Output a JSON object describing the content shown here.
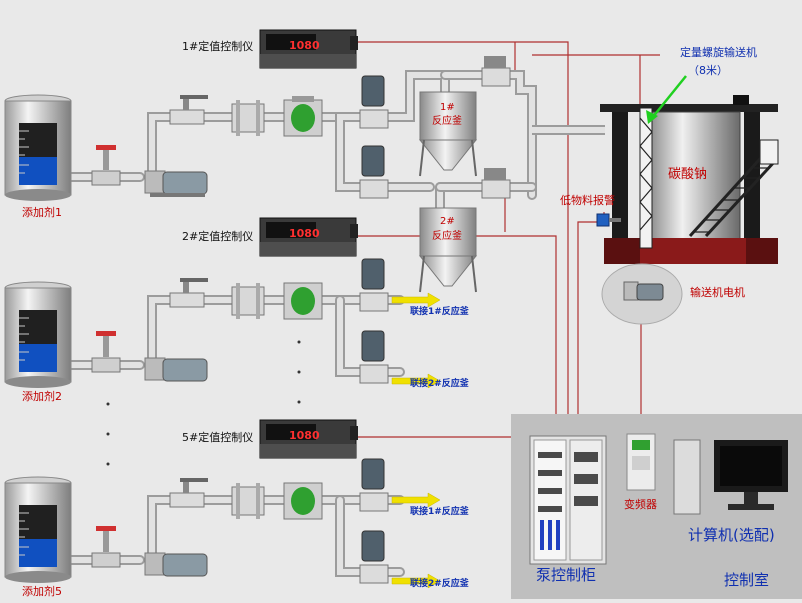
{
  "tanks": [
    {
      "label": "添加剂1"
    },
    {
      "label": "添加剂2"
    },
    {
      "label": "添加剂5"
    }
  ],
  "controllers": [
    {
      "label": "1#定值控制仪",
      "display": "1080"
    },
    {
      "label": "2#定值控制仪",
      "display": "1080"
    },
    {
      "label": "5#定值控制仪",
      "display": "1080"
    }
  ],
  "reactors": [
    {
      "line1": "1#",
      "line2": "反应釜"
    },
    {
      "line1": "2#",
      "line2": "反应釜"
    }
  ],
  "links": [
    "联接1#反应釜",
    "联接2#反应釜",
    "联接1#反应釜",
    "联接2#反应釜"
  ],
  "silo": {
    "label": "碳酸钠",
    "conveyor_title": "定量螺旋输送机",
    "conveyor_length": "（8米）",
    "low_alarm": "低物料报警",
    "motor": "输送机电机"
  },
  "control_room": {
    "cabinet": "泵控制柜",
    "inverter": "变频器",
    "computer": "计算机(选配)",
    "room": "控制室"
  },
  "colors": {
    "pipe": "#d8d8d8",
    "signal_line": "#b03030",
    "label_red": "#c00000",
    "label_blue": "#1030b0",
    "arrow": "#f0e000",
    "liquid": "#1050c0"
  }
}
